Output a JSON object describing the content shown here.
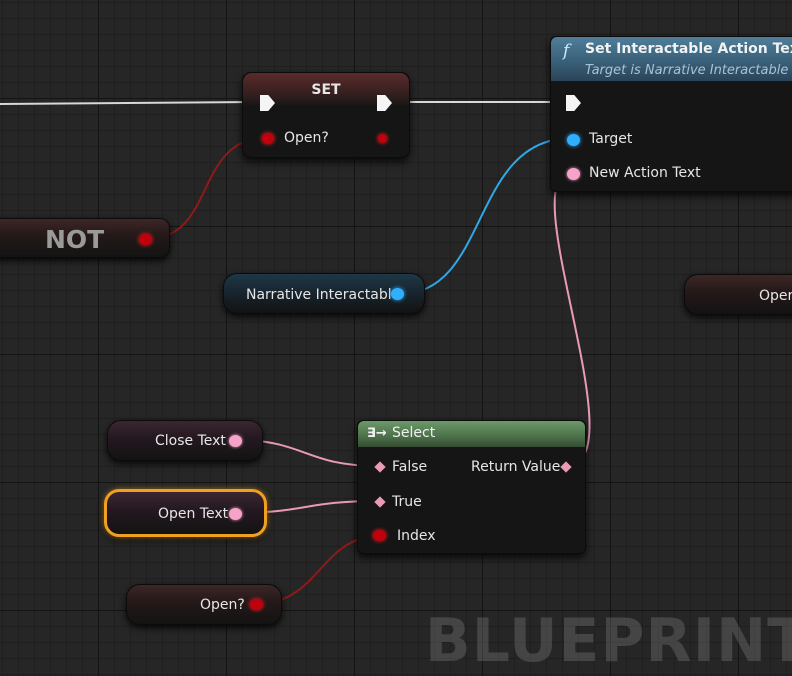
{
  "watermark": "BLUEPRINT",
  "set_node": {
    "title": "SET",
    "var_label": "Open?"
  },
  "not_node": {
    "title": "NOT"
  },
  "function_node": {
    "icon": "function-icon",
    "icon_glyph": "f",
    "title": "Set Interactable Action Text",
    "subtitle": "Target is Narrative Interactable",
    "pins": [
      "Target",
      "New Action Text"
    ]
  },
  "narrative_var": {
    "label": "Narrative Interactable"
  },
  "open_partial": {
    "label": "Oper"
  },
  "select_node": {
    "icon": "select-icon",
    "icon_glyph": "∃→",
    "title": "Select",
    "pins": [
      "False",
      "True",
      "Index"
    ],
    "output": "Return Value"
  },
  "close_text_var": {
    "label": "Close Text"
  },
  "open_text_var": {
    "label": "Open Text"
  },
  "open_bool_var": {
    "label": "Open?"
  },
  "colors": {
    "exec_wire": "#e0e0e0",
    "bool_pin": "#c0000c",
    "text_pin": "#f5a3c8",
    "object_pin": "#2fb0ff",
    "selection_outline": "#f0a020"
  }
}
